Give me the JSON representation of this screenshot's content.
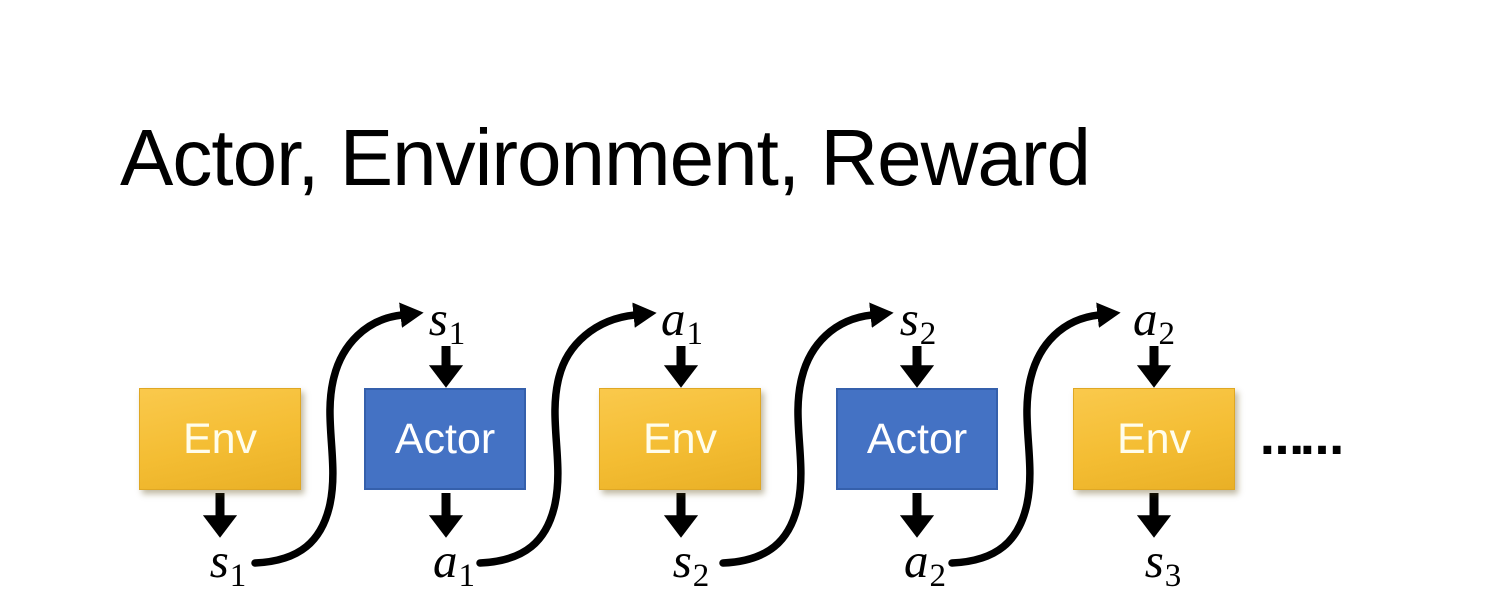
{
  "title": "Actor, Environment, Reward",
  "ellipsis": "……",
  "colors": {
    "env_fill": "#F2BB30",
    "env_border": "#DFA724",
    "actor_fill": "#4472C4",
    "actor_border": "#3560AC",
    "box_text": "#FFFFFF",
    "arrow": "#000000",
    "title_text": "#000000",
    "background": "#FFFFFF"
  },
  "nodes": [
    {
      "box": "Env",
      "bottom_label": {
        "base": "s",
        "sub": "1"
      }
    },
    {
      "box": "Actor",
      "top_label": {
        "base": "s",
        "sub": "1"
      },
      "bottom_label": {
        "base": "a",
        "sub": "1"
      }
    },
    {
      "box": "Env",
      "top_label": {
        "base": "a",
        "sub": "1"
      },
      "bottom_label": {
        "base": "s",
        "sub": "2"
      }
    },
    {
      "box": "Actor",
      "top_label": {
        "base": "s",
        "sub": "2"
      },
      "bottom_label": {
        "base": "a",
        "sub": "2"
      }
    },
    {
      "box": "Env",
      "top_label": {
        "base": "a",
        "sub": "2"
      },
      "bottom_label": {
        "base": "s",
        "sub": "3"
      }
    }
  ]
}
